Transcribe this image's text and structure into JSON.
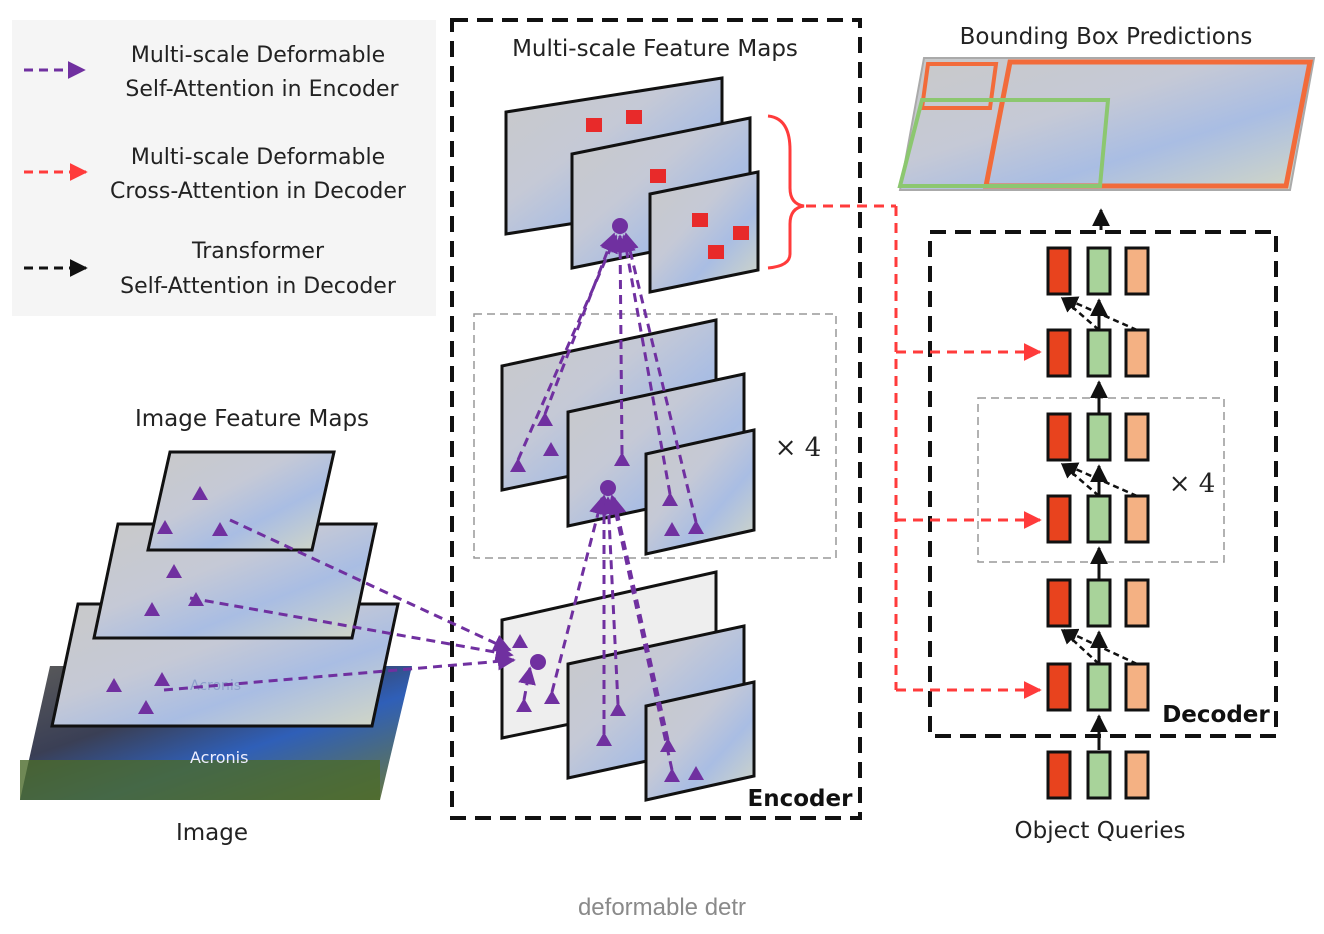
{
  "legend": {
    "encoder_self_attention": [
      "Multi-scale Deformable",
      "Self-Attention in Encoder"
    ],
    "decoder_cross_attention": [
      "Multi-scale Deformable",
      "Cross-Attention in Decoder"
    ],
    "decoder_self_attention": [
      "Transformer",
      "Self-Attention in Decoder"
    ]
  },
  "labels": {
    "multi_scale_feature_maps": "Multi-scale Feature Maps",
    "bounding_box_predictions": "Bounding Box Predictions",
    "image_feature_maps": "Image Feature Maps",
    "image": "Image",
    "encoder": "Encoder",
    "decoder": "Decoder",
    "object_queries": "Object Queries",
    "encoder_repeat": "× 4",
    "decoder_repeat": "× 4",
    "image_text_1": "Acronis",
    "image_text_2": "Acronis"
  },
  "caption": "deformable detr",
  "colors": {
    "encoder_attention": "#7030a0",
    "decoder_cross_attention": "#ff3b3b",
    "decoder_self_attention": "#111111",
    "query_red": "#e8431e",
    "query_green": "#a8d39a",
    "query_peach": "#f4b183",
    "bbox_orange": "#f26b3a",
    "bbox_green": "#8cc770",
    "sampling_point": "#e82a2a"
  }
}
